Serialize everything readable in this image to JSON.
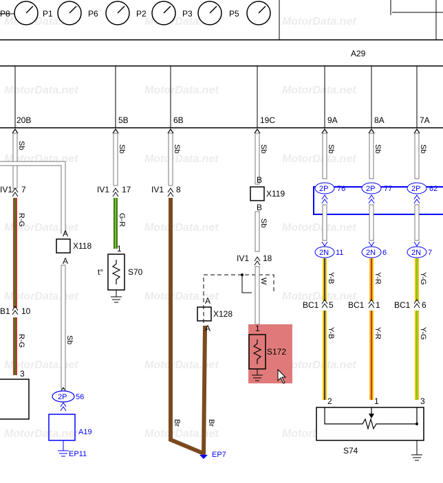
{
  "watermark": "MotorData.net",
  "gauges": [
    "P8",
    "P1",
    "P6",
    "P2",
    "P3",
    "P5"
  ],
  "header": {
    "connector": "A29"
  },
  "pins": [
    "20B",
    "5B",
    "6B",
    "19C",
    "9A",
    "8A",
    "7A"
  ],
  "wire_code_top": "Sb",
  "connectors": {
    "iv1_7": {
      "name": "IV1",
      "pin": "7"
    },
    "iv1_17": {
      "name": "IV1",
      "pin": "17"
    },
    "iv1_8": {
      "name": "IV1",
      "pin": "8"
    },
    "iv1_18": {
      "name": "IV1",
      "pin": "18"
    },
    "b1_10": {
      "name": "B1",
      "pin": "10"
    },
    "bc1_5": {
      "name": "BC1",
      "pin": "5"
    },
    "bc1_1": {
      "name": "BC1",
      "pin": "1"
    },
    "bc1_6": {
      "name": "BC1",
      "pin": "6"
    }
  },
  "wires": {
    "rg": "R-G",
    "gr": "G-R",
    "sb": "Sb",
    "br": "Br",
    "w": "W",
    "yb": "Y-B",
    "yr": "Y-R",
    "yg": "Y-G"
  },
  "splices": {
    "x118": "X118",
    "x119": "X119",
    "x128": "X128",
    "pin_a": "A",
    "pin_b": "B"
  },
  "sensors": {
    "s70": "S70",
    "s172": "S172",
    "s74": "S74",
    "a19": "A19",
    "temp_symbol": "t°",
    "pin1": "1",
    "s74_pins": [
      "2",
      "1",
      "3"
    ],
    "left_block_pin": "3"
  },
  "blue_connectors": {
    "p2p_56": {
      "code": "2P",
      "pin": "56"
    },
    "p2p_76": {
      "code": "2P",
      "pin": "76"
    },
    "p2p_77": {
      "code": "2P",
      "pin": "77"
    },
    "p2p_62": {
      "code": "2P",
      "pin": "62"
    },
    "n2n_11": {
      "code": "2N",
      "pin": "11"
    },
    "n2n_6": {
      "code": "2N",
      "pin": "6"
    },
    "n2n_7": {
      "code": "2N",
      "pin": "7"
    }
  },
  "grounds": {
    "ep11": "EP11",
    "ep7": "EP7"
  },
  "colors": {
    "sb_wire": "#ffffff",
    "rg_wire": "#c0392b",
    "rg_stripe": "#3f7a1c",
    "gr_wire": "#3f7a1c",
    "br_wire": "#7a4a1e",
    "yellow_wire": "#f2c200",
    "yg_stripe": "#7cc41f",
    "blue": "#0000ff",
    "highlight": "#e07a7a"
  }
}
